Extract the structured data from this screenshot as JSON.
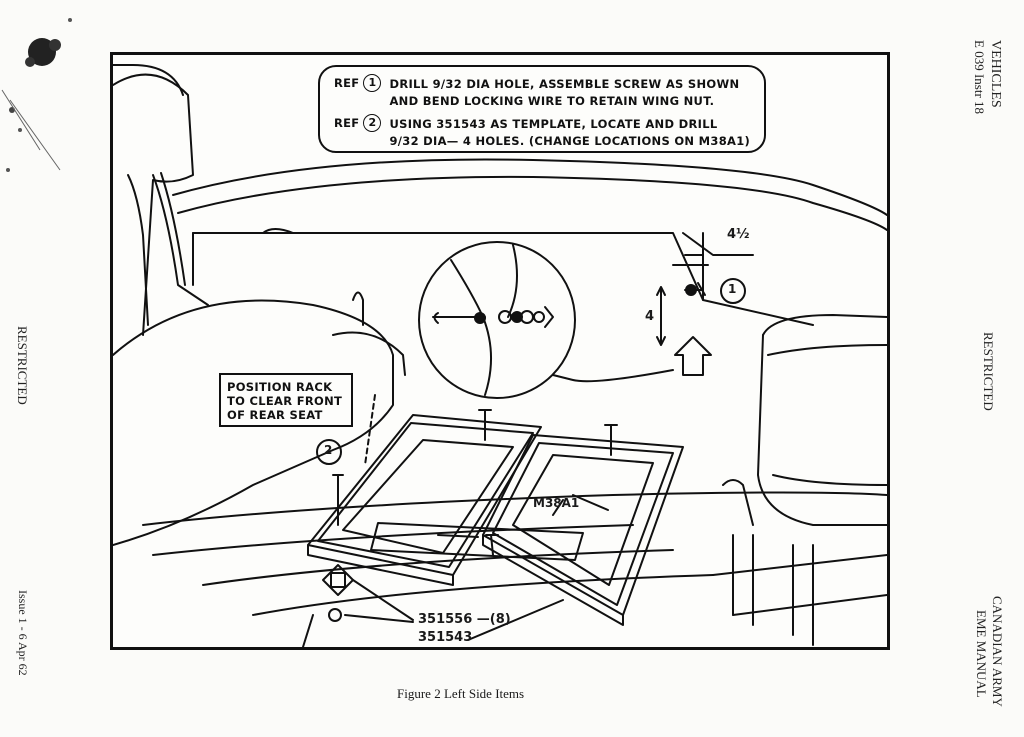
{
  "header": {
    "right_top_line1": "VEHICLES",
    "right_top_line2": "E 039 Instr 18"
  },
  "margins": {
    "left_classification": "RESTRICTED",
    "right_classification": "RESTRICTED",
    "left_issue": "Issue 1 - 6 Apr 62",
    "right_bottom_line1": "CANADIAN ARMY",
    "right_bottom_line2": "EME MANUAL"
  },
  "figure": {
    "callouts": [
      {
        "tag": "REF",
        "number": "1",
        "line1": "DRILL 9/32 DIA HOLE, ASSEMBLE SCREW AS SHOWN",
        "line2": "AND BEND LOCKING WIRE TO RETAIN WING NUT."
      },
      {
        "tag": "REF",
        "number": "2",
        "line1": "USING 351543 AS TEMPLATE, LOCATE AND DRILL",
        "line2": "9/32 DIA— 4 HOLES. (CHANGE LOCATIONS ON M38A1)"
      }
    ],
    "position_note": [
      "POSITION RACK",
      "TO CLEAR FRONT",
      "OF REAR SEAT"
    ],
    "dimension_top": "4½",
    "dimension_side": "4",
    "ref_marker_1": "1",
    "ref_marker_2": "2",
    "model_label": "M38A1",
    "part_label_1": "351556 —(8)",
    "part_label_2": "351543",
    "caption": "Figure 2  Left Side Items"
  }
}
